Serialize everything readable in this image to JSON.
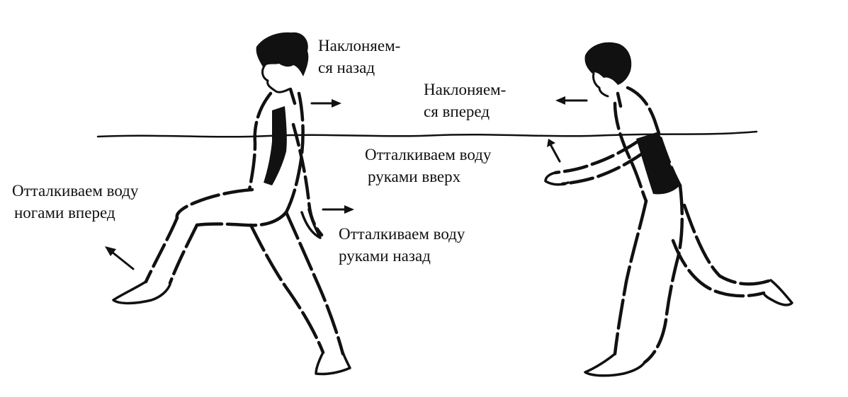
{
  "labels": {
    "lean_back": [
      "Наклоняем-",
      "ся назад"
    ],
    "lean_forward": [
      "Наклоняем-",
      "ся вперед"
    ],
    "push_up": [
      "Отталкиваем воду",
      "руками вверх"
    ],
    "push_legs": [
      "Отталкиваем воду",
      "ногами вперед"
    ],
    "push_back": [
      "Отталкиваем воду",
      "руками назад"
    ]
  },
  "colors": {
    "ink": "#111111",
    "background": "#ffffff"
  }
}
